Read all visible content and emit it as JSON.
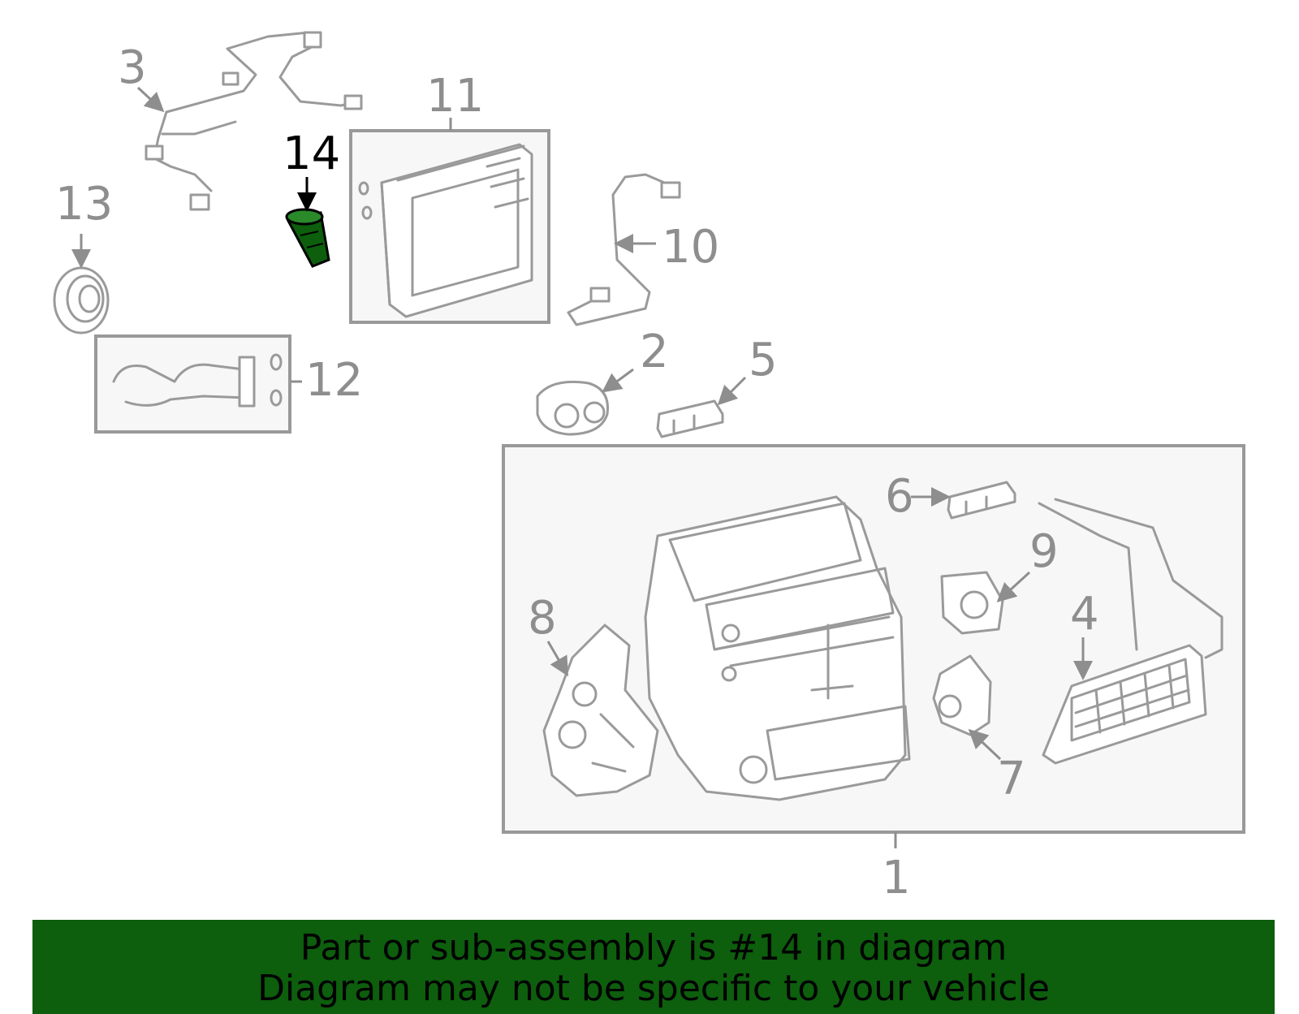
{
  "callouts": {
    "c1": "1",
    "c2": "2",
    "c3": "3",
    "c4": "4",
    "c5": "5",
    "c6": "6",
    "c7": "7",
    "c8": "8",
    "c9": "9",
    "c10": "10",
    "c11": "11",
    "c12": "12",
    "c13": "13",
    "c14": "14"
  },
  "highlighted_part": "14",
  "colors": {
    "highlight": "#0d5e0d",
    "banner": "#0d5e0d",
    "line": "#9a9a9a"
  },
  "banner": {
    "line1": "Part or sub-assembly is #14 in diagram",
    "line2": "Diagram may not be specific to your vehicle"
  }
}
